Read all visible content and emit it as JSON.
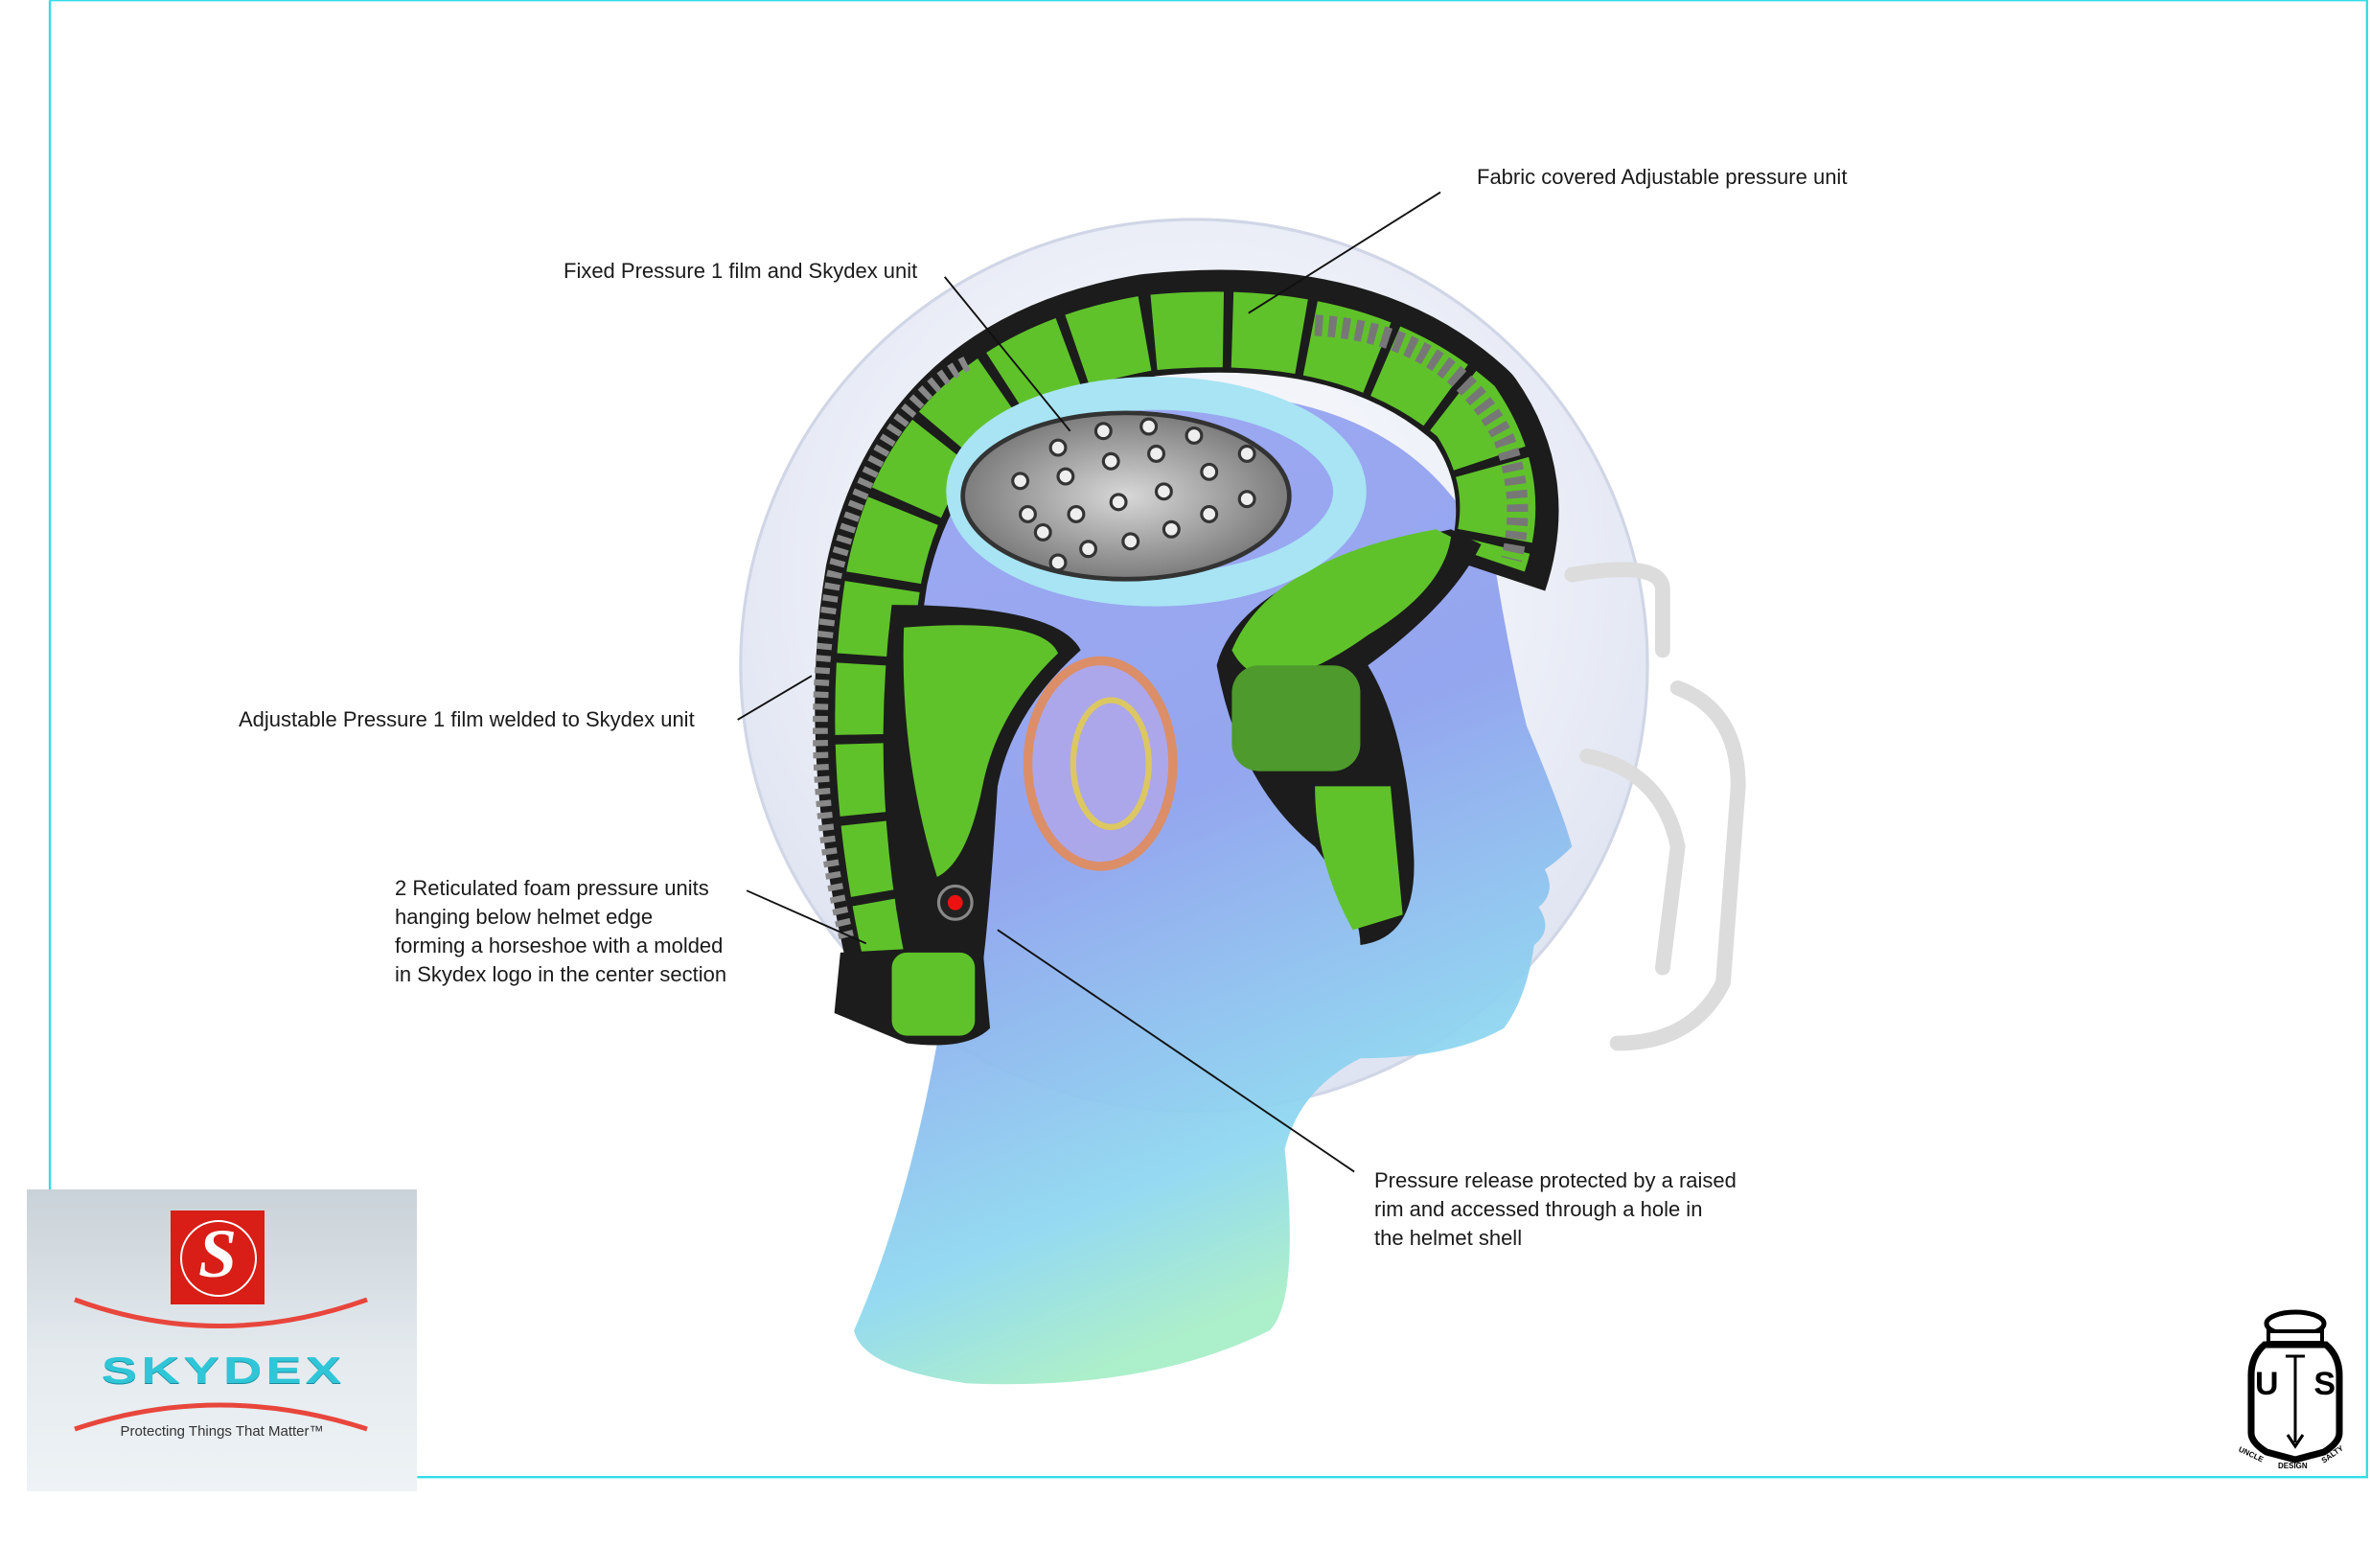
{
  "labels": {
    "fabric_unit": "Fabric covered Adjustable pressure unit",
    "fixed_pressure": "Fixed Pressure 1 film and Skydex unit",
    "adjustable_film": "Adjustable Pressure 1 film welded to Skydex unit",
    "reticulated_foam": [
      "2 Reticulated foam pressure units",
      "hanging below helmet edge",
      "forming a horseshoe with a molded",
      "in Skydex logo in the center section"
    ],
    "pressure_release": [
      "Pressure release protected by a raised",
      "rim and accessed through a hole in",
      "the helmet shell"
    ]
  },
  "skydex_logo": {
    "mark": "S",
    "wordmark": "SKYDEX",
    "tagline": "Protecting Things That Matter™"
  },
  "us_logo": {
    "letter_left": "U",
    "letter_right": "S",
    "arc_left": "UNCLE",
    "arc_right": "SALTY",
    "bottom": "DESIGN"
  },
  "colors": {
    "border": "#33dde8",
    "pad_green": "#5fc22a",
    "liner_black": "#1c1c1c",
    "head_blue": "#8f9ef0",
    "skydex_red": "#d81e16",
    "skydex_cyan": "#2fc6d8"
  }
}
